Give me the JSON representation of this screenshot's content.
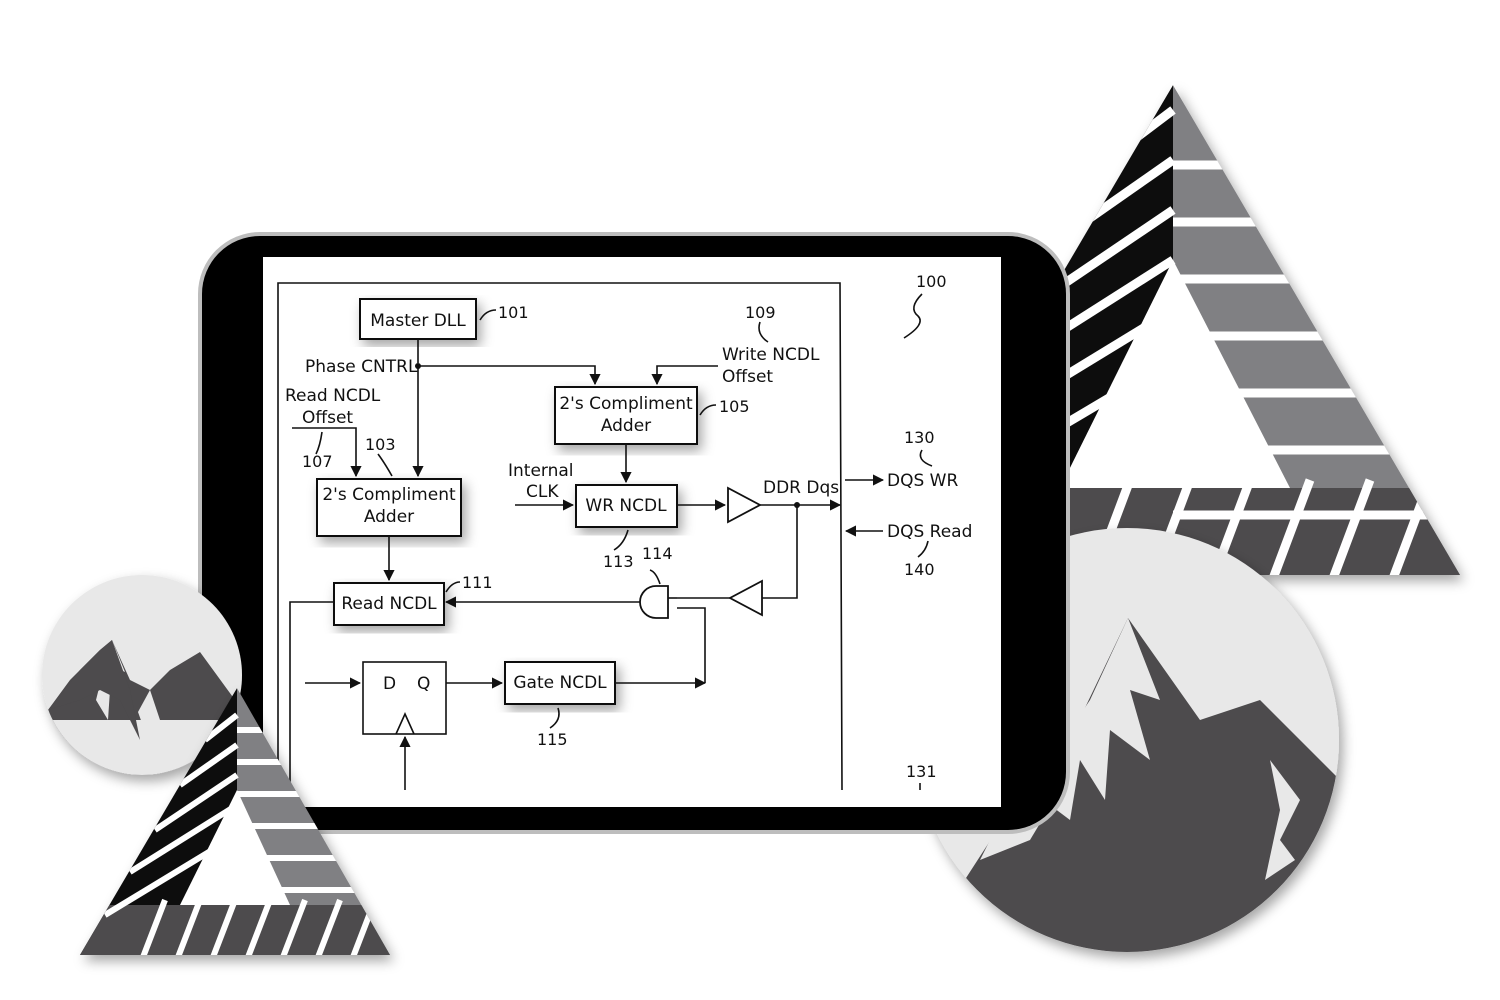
{
  "colors": {
    "black": "#111111",
    "gray_mid": "#808083",
    "gray_dark": "#4d4b4d",
    "gray_light": "#e8e8e8",
    "frame": "#000000",
    "screen": "#ffffff"
  },
  "diagram": {
    "figure_ref": "100",
    "blocks": {
      "master_dll": "Master DLL",
      "adder_write_l1": "2's Compliment",
      "adder_write_l2": "Adder",
      "adder_read_l1": "2's Compliment",
      "adder_read_l2": "Adder",
      "wr_ncdl": "WR NCDL",
      "read_ncdl": "Read NCDL",
      "gate_ncdl": "Gate NCDL",
      "flop_d": "D",
      "flop_q": "Q"
    },
    "labels": {
      "phase_cntrl": "Phase CNTRL",
      "read_offset_l1": "Read NCDL",
      "read_offset_l2": "Offset",
      "write_offset_l1": "Write NCDL",
      "write_offset_l2": "Offset",
      "internal_clk_l1": "Internal",
      "internal_clk_l2": "CLK",
      "ddr_dqs": "DDR Dqs",
      "dqs_wr": "DQS WR",
      "dqs_read": "DQS Read"
    },
    "refs": {
      "r101": "101",
      "r103": "103",
      "r105": "105",
      "r107": "107",
      "r109": "109",
      "r111": "111",
      "r113": "113",
      "r114": "114",
      "r115": "115",
      "r130": "130",
      "r131": "131",
      "r140": "140"
    }
  }
}
